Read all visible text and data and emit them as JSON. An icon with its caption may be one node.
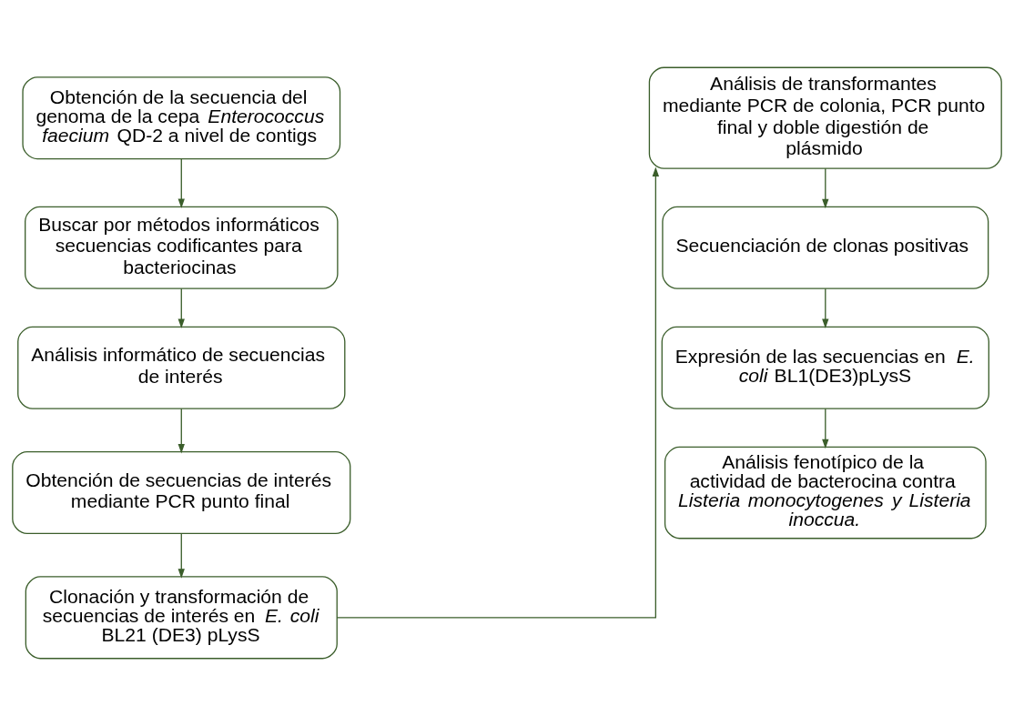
{
  "diagram": {
    "nodes": [
      {
        "text": [
          "Obtención de la secuencia del genoma de la cepa *Enterococcus faecium* QD-2 a nivel de contigs"
        ]
      },
      {
        "text": [
          "Buscar por métodos informáticos secuencias codificantes para bacteriocinas"
        ]
      },
      {
        "text": [
          "Análisis informático de secuencias de interés"
        ]
      },
      {
        "text": [
          "Obtención de secuencias de interés mediante PCR punto final"
        ]
      },
      {
        "text": [
          "Clonación y transformación de secuencias de interés en *E. coli* BL21 (DE3) pLysS"
        ]
      },
      {
        "text": [
          "Análisis de transformantes mediante PCR de colonia, PCR punto final y doble digestión de plásmido"
        ]
      },
      {
        "text": [
          "Secuenciación de clonas positivas"
        ]
      },
      {
        "text": [
          "Expresión de las secuencias en *E. coli* BL1(DE3)pLysS"
        ]
      },
      {
        "text": [
          "Análisis fenotípico de la actividad de bacterocina contra *Listeria monocytogenes y Listeria inoccua.*"
        ]
      }
    ],
    "edges": [
      {
        "from": 0,
        "to": 1,
        "arrow": "to"
      },
      {
        "from": 1,
        "to": 2,
        "arrow": "to"
      },
      {
        "from": 2,
        "to": 3,
        "arrow": "to"
      },
      {
        "from": 3,
        "to": 4,
        "arrow": "to"
      },
      {
        "from": 4,
        "to": 5,
        "arrow": "to"
      },
      {
        "from": 5,
        "to": 6,
        "arrow": "to"
      },
      {
        "from": 6,
        "to": 7,
        "arrow": "to"
      },
      {
        "from": 7,
        "to": 8,
        "arrow": "to"
      }
    ]
  }
}
